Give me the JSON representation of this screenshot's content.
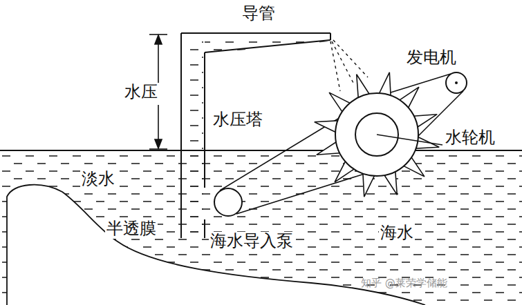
{
  "diagram": {
    "labels": [
      "导管",
      "水压",
      "发电机",
      "水压塔",
      "水轮机",
      "淡水",
      "半透膜",
      "海水导入泵",
      "海水",
      "知乎 @莱荣学储能"
    ]
  }
}
